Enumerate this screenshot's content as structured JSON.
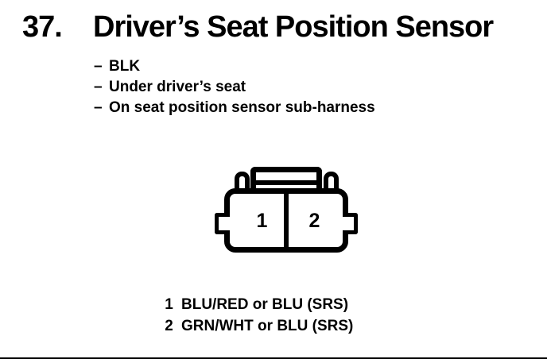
{
  "page": {
    "item_number": "37.",
    "title": "Driver’s Seat Position Sensor"
  },
  "details": {
    "bullet": "–",
    "items": [
      "BLK",
      "Under driver’s seat",
      "On seat position sensor sub-harness"
    ]
  },
  "connector": {
    "description": "2-cavity connector front view",
    "cavities": [
      {
        "pin": "1"
      },
      {
        "pin": "2"
      }
    ]
  },
  "legend": {
    "rows": [
      {
        "pin": "1",
        "wire": "BLU/RED or BLU (SRS)"
      },
      {
        "pin": "2",
        "wire": "GRN/WHT or BLU (SRS)"
      }
    ]
  },
  "colors": {
    "ink": "#000000",
    "background": "#ffffff"
  }
}
